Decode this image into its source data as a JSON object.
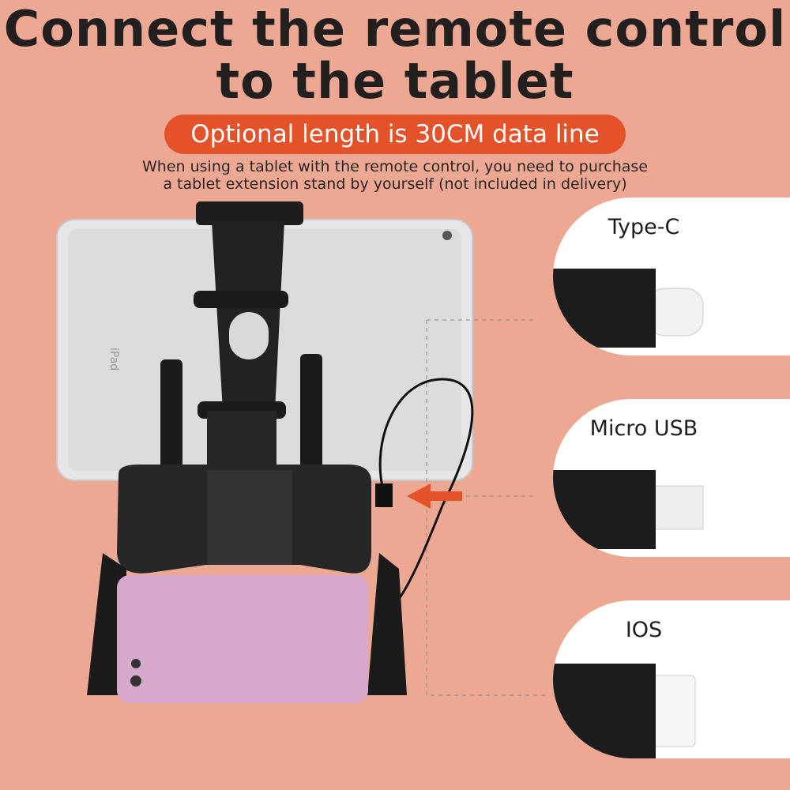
{
  "title_lines": [
    "Connect the remote control",
    "to the tablet"
  ],
  "badge": "Optional length is 30CM data line",
  "note_lines": [
    "When using a tablet with the remote control, you need to purchase",
    "a tablet extension stand by yourself (not included in delivery)"
  ],
  "tablet_label": "iPad",
  "connectors": [
    {
      "label": "Type-C",
      "icon": "type-c-plug-icon"
    },
    {
      "label": "Micro USB",
      "icon": "micro-usb-plug-icon"
    },
    {
      "label": "IOS",
      "icon": "lightning-plug-icon"
    }
  ],
  "colors": {
    "background": "#eda893",
    "badge": "#e4522a",
    "arrow": "#e4522a",
    "phone": "#d7a8cc"
  }
}
